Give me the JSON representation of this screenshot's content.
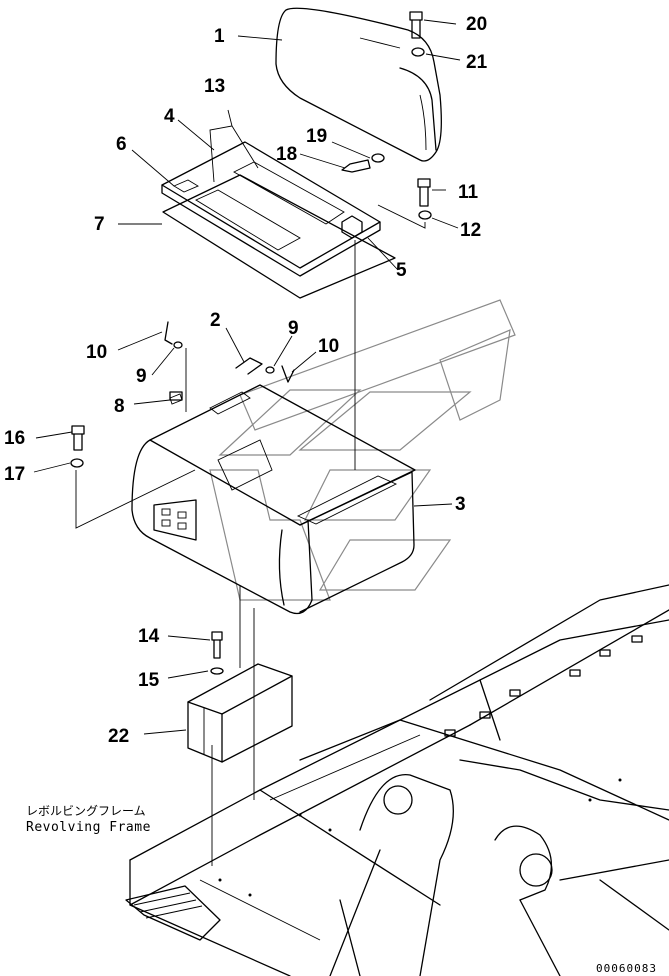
{
  "diagram": {
    "callouts": [
      {
        "id": "c1",
        "label": "1"
      },
      {
        "id": "c2",
        "label": "2"
      },
      {
        "id": "c3",
        "label": "3"
      },
      {
        "id": "c4",
        "label": "4"
      },
      {
        "id": "c5",
        "label": "5"
      },
      {
        "id": "c6",
        "label": "6"
      },
      {
        "id": "c7",
        "label": "7"
      },
      {
        "id": "c8",
        "label": "8"
      },
      {
        "id": "c9a",
        "label": "9"
      },
      {
        "id": "c9b",
        "label": "9"
      },
      {
        "id": "c10a",
        "label": "10"
      },
      {
        "id": "c10b",
        "label": "10"
      },
      {
        "id": "c11",
        "label": "11"
      },
      {
        "id": "c12",
        "label": "12"
      },
      {
        "id": "c13",
        "label": "13"
      },
      {
        "id": "c14",
        "label": "14"
      },
      {
        "id": "c15",
        "label": "15"
      },
      {
        "id": "c16",
        "label": "16"
      },
      {
        "id": "c17",
        "label": "17"
      },
      {
        "id": "c18",
        "label": "18"
      },
      {
        "id": "c19",
        "label": "19"
      },
      {
        "id": "c20",
        "label": "20"
      },
      {
        "id": "c21",
        "label": "21"
      },
      {
        "id": "c22",
        "label": "22"
      }
    ],
    "frame_caption_jp": "レボルビングフレーム",
    "frame_caption_en": "Revolving Frame",
    "drawing_number": "00060083"
  }
}
